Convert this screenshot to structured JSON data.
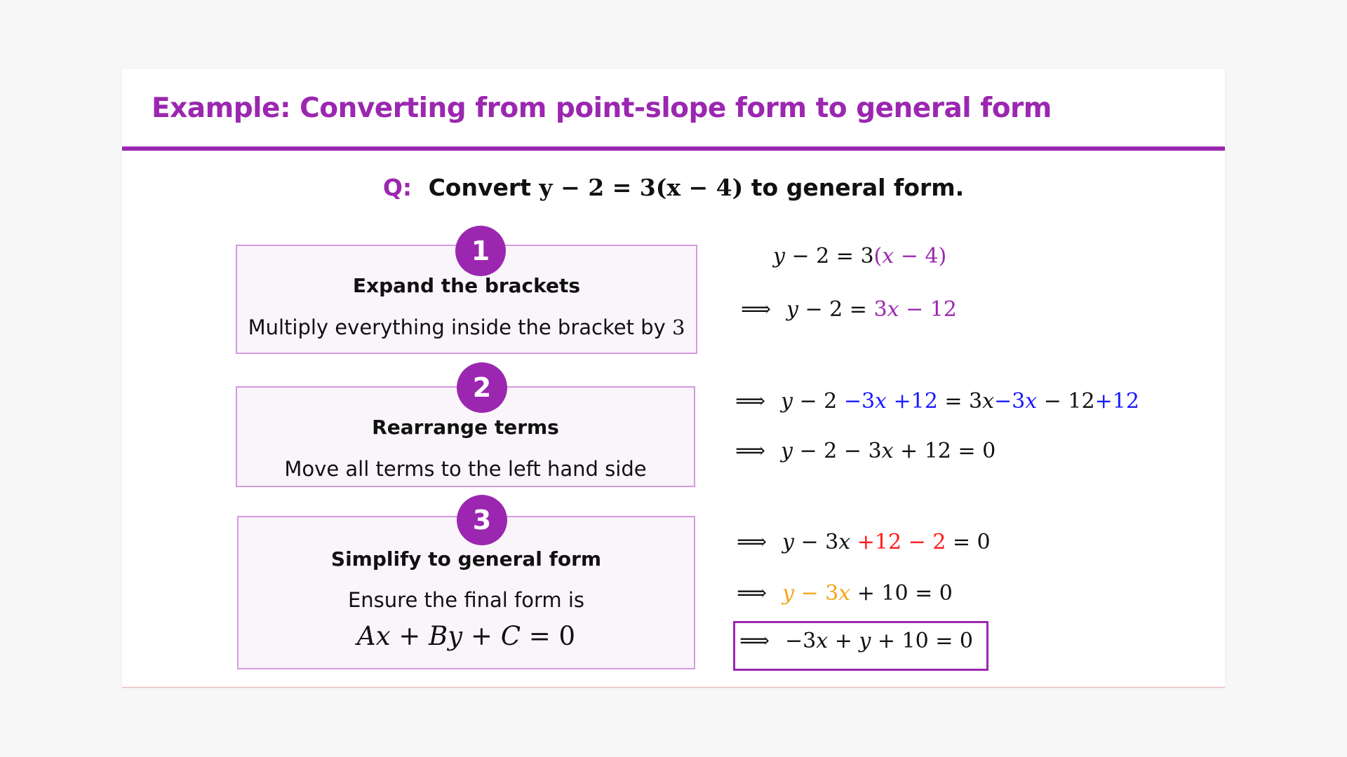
{
  "title": "Example: Converting from point-slope form to general form",
  "question": {
    "label": "Q:",
    "prefix": "Convert",
    "equation": "y − 2 = 3(x − 4)",
    "suffix": "to general form."
  },
  "steps": [
    {
      "number": "1",
      "title": "Expand the brackets",
      "text": "Multiply everything inside the bracket by",
      "text_math": "3"
    },
    {
      "number": "2",
      "title": "Rearrange terms",
      "text": "Move all terms to the left hand side"
    },
    {
      "number": "3",
      "title": "Simplify to general form",
      "text": "Ensure the final form is",
      "formula": "Ax + By + C = 0"
    }
  ],
  "colors": {
    "accent": "#9b27b0",
    "step_box_border": "#d59be0",
    "step_box_fill": "#faf5fb",
    "highlight_blue": "#1a1aff",
    "highlight_red": "#ff1a1a",
    "highlight_orange": "#f3a51a"
  },
  "equations": {
    "implies": "⟹",
    "line1": "y − 2 = 3(x − 4)",
    "line2": "y − 2 = 3x − 12",
    "line3": "y − 2 −3x +12 = 3x−3x − 12+12",
    "line4": "y − 2 − 3x + 12 = 0",
    "line5": "y − 3x +12 − 2 = 0",
    "line6": "y − 3x + 10 = 0",
    "answer": "−3x + y + 10 = 0"
  }
}
